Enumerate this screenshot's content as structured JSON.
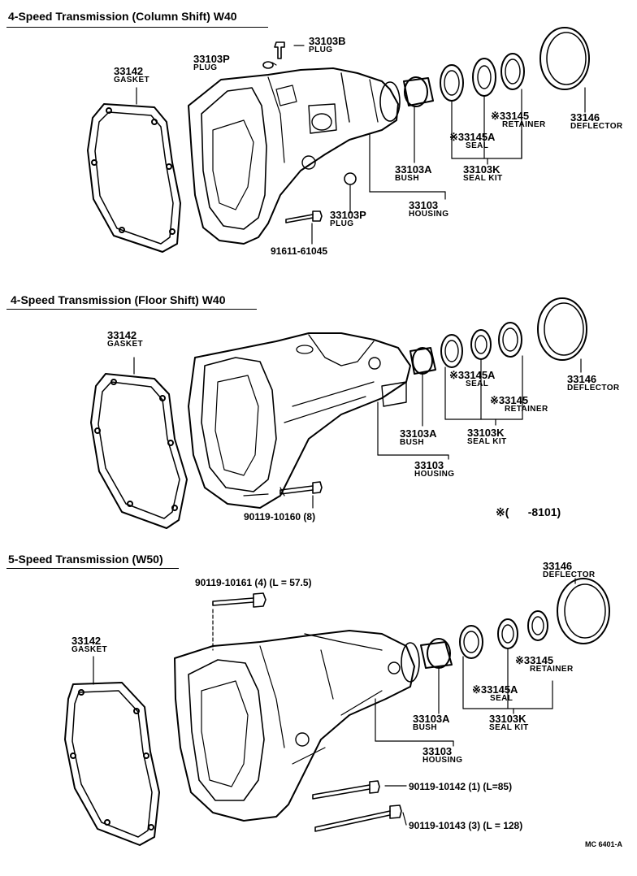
{
  "sections": [
    {
      "title": "4-Speed Transmission (Column Shift) W40",
      "parts": {
        "gasket": {
          "pn": "33142",
          "name": "GASKET"
        },
        "plug_top": {
          "pn": "33103B",
          "name": "PLUG"
        },
        "plug_left": {
          "pn": "33103P",
          "name": "PLUG"
        },
        "plug_bottom": {
          "pn": "33103P",
          "name": "PLUG"
        },
        "bolt": {
          "pn": "91611-61045"
        },
        "bush": {
          "pn": "33103A",
          "name": "BUSH"
        },
        "housing": {
          "pn": "33103",
          "name": "HOUSING"
        },
        "seal_kit": {
          "pn": "33103K",
          "name": "SEAL KIT"
        },
        "seal": {
          "pn": "※33145A",
          "name": "SEAL"
        },
        "retainer": {
          "pn": "※33145",
          "name": "RETAINER"
        },
        "deflector": {
          "pn": "33146",
          "name": "DEFLECTOR"
        }
      }
    },
    {
      "title": "4-Speed Transmission (Floor Shift) W40",
      "parts": {
        "gasket": {
          "pn": "33142",
          "name": "GASKET"
        },
        "bolt": {
          "pn": "90119-10160 (8)"
        },
        "bush": {
          "pn": "33103A",
          "name": "BUSH"
        },
        "housing": {
          "pn": "33103",
          "name": "HOUSING"
        },
        "seal_kit": {
          "pn": "33103K",
          "name": "SEAL KIT"
        },
        "seal": {
          "pn": "※33145A",
          "name": "SEAL"
        },
        "retainer": {
          "pn": "※33145",
          "name": "RETAINER"
        },
        "deflector": {
          "pn": "33146",
          "name": "DEFLECTOR"
        }
      },
      "note": "※(      -8101)"
    },
    {
      "title": "5-Speed Transmission (W50)",
      "parts": {
        "gasket": {
          "pn": "33142",
          "name": "GASKET"
        },
        "bolt_top": {
          "pn": "90119-10161 (4) (L = 57.5)"
        },
        "bolt_mid": {
          "pn": "90119-10142 (1) (L=85)"
        },
        "bolt_bottom": {
          "pn": "90119-10143 (3) (L = 128)"
        },
        "bush": {
          "pn": "33103A",
          "name": "BUSH"
        },
        "housing": {
          "pn": "33103",
          "name": "HOUSING"
        },
        "seal_kit": {
          "pn": "33103K",
          "name": "SEAL KIT"
        },
        "seal": {
          "pn": "※33145A",
          "name": "SEAL"
        },
        "retainer": {
          "pn": "※33145",
          "name": "RETAINER"
        },
        "deflector": {
          "pn": "33146",
          "name": "DEFLECTOR"
        }
      }
    }
  ],
  "figure_code": "MC 6401-A"
}
